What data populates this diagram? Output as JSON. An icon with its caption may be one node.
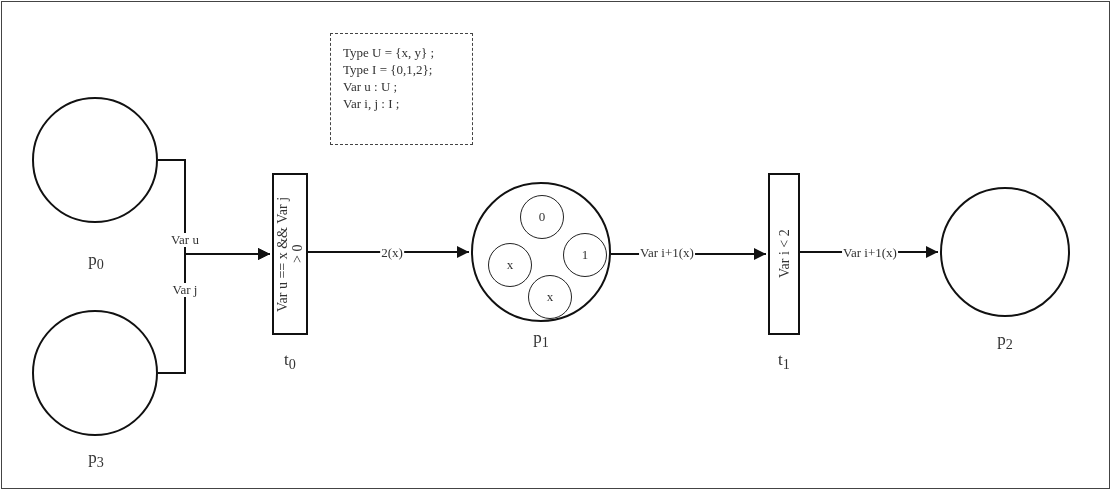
{
  "diagram": {
    "nodes": [
      {
        "text": [],
        "shape": "circle",
        "beside": [
          "p$_{0}$"
        ]
      },
      {
        "text": [],
        "shape": "circle",
        "beside": [
          "p$_{3}$"
        ]
      },
      {
        "text": [
          "Var u == x && Var j > 0"
        ],
        "beside": [
          "t$_{0}$"
        ]
      },
      {
        "text": [],
        "shape": "circle",
        "beside": [
          "p$_{1}$"
        ]
      },
      {
        "text": [
          "0"
        ],
        "in": 3
      },
      {
        "text": [
          "x"
        ],
        "in": 3
      },
      {
        "text": [
          "1"
        ],
        "in": 3
      },
      {
        "text": [
          "x"
        ],
        "in": 3
      },
      {
        "text": [
          "Var i < 2"
        ],
        "beside": [
          "t$_{1}$"
        ]
      },
      {
        "text": [],
        "shape": "circle",
        "beside": [
          "p$_{2}$"
        ]
      },
      {
        "text": [
          "Type U = {x, y} ;",
          "Type I = {0,1,2};",
          "Var u : U ;",
          "Var i, j : I ;"
        ]
      }
    ],
    "edges": [
      {
        "from": 0,
        "to": 2,
        "arrow": "to",
        "label": "Var u"
      },
      {
        "from": 1,
        "to": 2,
        "arrow": "to",
        "label": "Var j"
      },
      {
        "from": 2,
        "to": 3,
        "arrow": "to",
        "label": "2(x)"
      },
      {
        "from": 3,
        "to": 8,
        "arrow": "to",
        "label": "Var i+1(x)"
      },
      {
        "from": 8,
        "to": 9,
        "arrow": "to",
        "label": "Var i+1(x)"
      }
    ]
  }
}
